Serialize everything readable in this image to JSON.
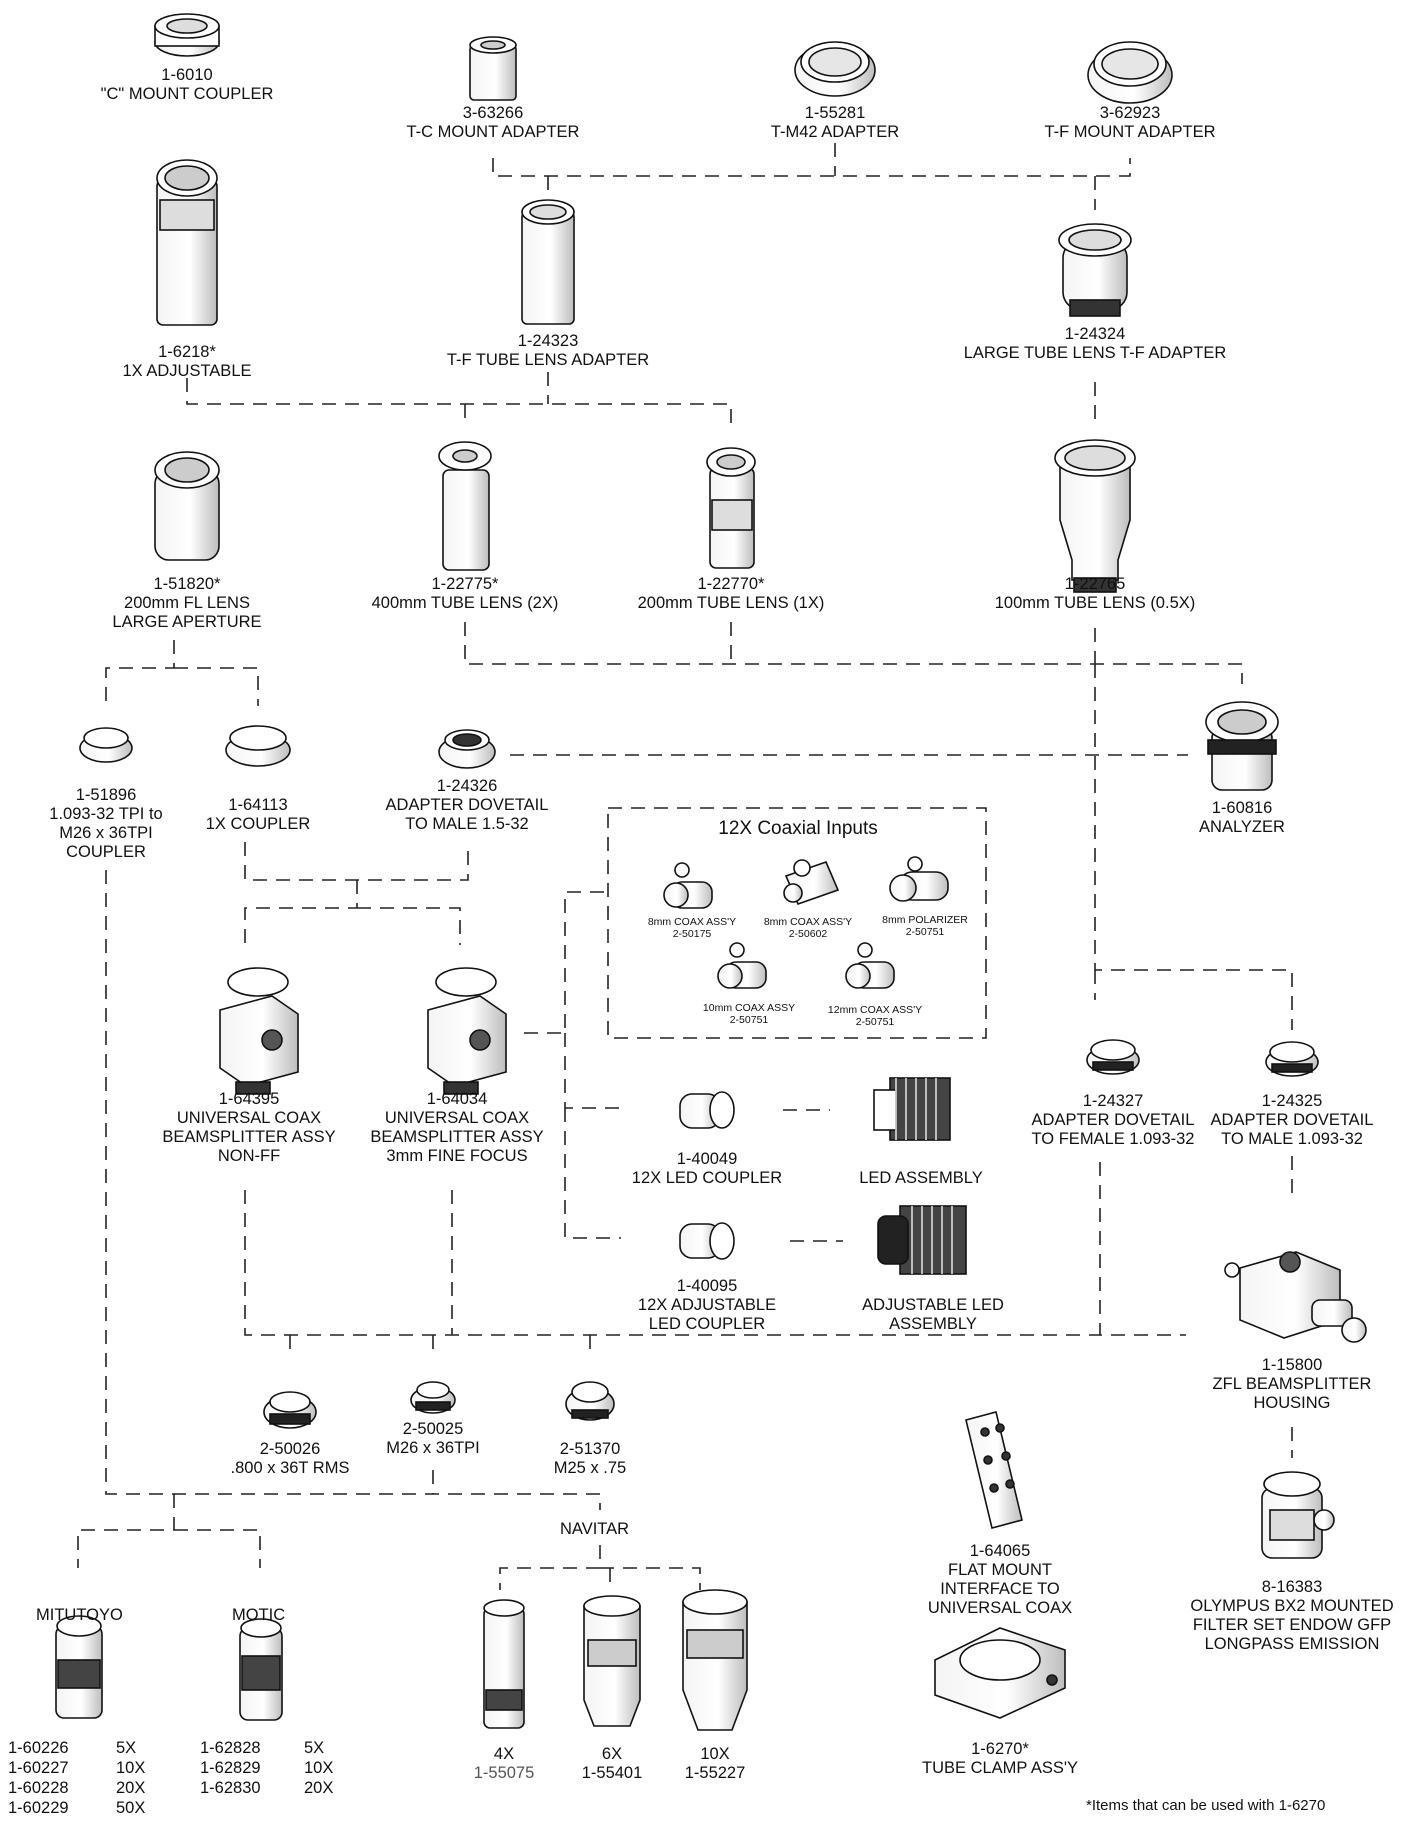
{
  "parts": {
    "c_mount_coupler": {
      "number": "1-6010",
      "lines": [
        "\"C\" MOUNT COUPLER"
      ]
    },
    "t_c_mount": {
      "number": "3-63266",
      "lines": [
        "T-C MOUNT ADAPTER"
      ]
    },
    "t_m42": {
      "number": "1-55281",
      "lines": [
        "T-M42 ADAPTER"
      ]
    },
    "t_f_mount": {
      "number": "3-62923",
      "lines": [
        "T-F MOUNT ADAPTER"
      ]
    },
    "adjustable_1x": {
      "number": "1-6218*",
      "lines": [
        "1X ADJUSTABLE"
      ]
    },
    "tf_tube_lens_adapter": {
      "number": "1-24323",
      "lines": [
        "T-F TUBE LENS ADAPTER"
      ]
    },
    "large_tube_lens_tf": {
      "number": "1-24324",
      "lines": [
        "LARGE TUBE LENS T-F ADAPTER"
      ]
    },
    "fl_lens_200": {
      "number": "1-51820*",
      "lines": [
        "200mm FL LENS",
        "LARGE APERTURE"
      ]
    },
    "tube_lens_400": {
      "number": "1-22775*",
      "lines": [
        "400mm TUBE LENS (2X)"
      ]
    },
    "tube_lens_200": {
      "number": "1-22770*",
      "lines": [
        "200mm TUBE LENS (1X)"
      ]
    },
    "tube_lens_100": {
      "number": "1-22765",
      "lines": [
        "100mm TUBE LENS (0.5X)"
      ]
    },
    "coupler_51896": {
      "number": "1-51896",
      "lines": [
        "1.093-32 TPI to",
        "M26 x 36TPI",
        "COUPLER"
      ]
    },
    "coupler_1x": {
      "number": "1-64113",
      "lines": [
        "1X COUPLER"
      ]
    },
    "dovetail_male_15": {
      "number": "1-24326",
      "lines": [
        "ADAPTER DOVETAIL",
        "TO MALE 1.5-32"
      ]
    },
    "analyzer": {
      "number": "1-60816",
      "lines": [
        "ANALYZER"
      ]
    },
    "ucb_nonff": {
      "number": "1-64395",
      "lines": [
        "UNIVERSAL COAX",
        "BEAMSPLITTER ASSY",
        "NON-FF"
      ]
    },
    "ucb_ff": {
      "number": "1-64034",
      "lines": [
        "UNIVERSAL COAX",
        "BEAMSPLITTER ASSY",
        "3mm FINE FOCUS"
      ]
    },
    "led_coupler": {
      "number": "1-40049",
      "lines": [
        "12X LED COUPLER"
      ]
    },
    "led_assembly": {
      "number": "",
      "lines": [
        "LED ASSEMBLY"
      ]
    },
    "adj_led_coupler": {
      "number": "1-40095",
      "lines": [
        "12X ADJUSTABLE",
        "LED COUPLER"
      ]
    },
    "adj_led_assembly": {
      "number": "",
      "lines": [
        "ADJUSTABLE LED",
        "ASSEMBLY"
      ]
    },
    "dovetail_female": {
      "number": "1-24327",
      "lines": [
        "ADAPTER DOVETAIL",
        "TO FEMALE 1.093-32"
      ]
    },
    "dovetail_male_1093": {
      "number": "1-24325",
      "lines": [
        "ADAPTER DOVETAIL",
        "TO MALE 1.093-32"
      ]
    },
    "zfl_housing": {
      "number": "1-15800",
      "lines": [
        "ZFL BEAMSPLITTER",
        "HOUSING"
      ]
    },
    "rms_800": {
      "number": "2-50026",
      "lines": [
        ".800 x 36T RMS"
      ]
    },
    "m26": {
      "number": "2-50025",
      "lines": [
        "M26 x 36TPI"
      ]
    },
    "m25": {
      "number": "2-51370",
      "lines": [
        "M25 x .75"
      ]
    },
    "flat_mount": {
      "number": "1-64065",
      "lines": [
        "FLAT MOUNT",
        "INTERFACE TO",
        "UNIVERSAL COAX"
      ]
    },
    "olympus_filter": {
      "number": "8-16383",
      "lines": [
        "OLYMPUS BX2 MOUNTED",
        "FILTER SET ENDOW GFP",
        "LONGPASS EMISSION"
      ]
    },
    "tube_clamp": {
      "number": "1-6270*",
      "lines": [
        "TUBE CLAMP ASS'Y"
      ]
    }
  },
  "coax_box": {
    "title": "12X Coaxial Inputs",
    "items": [
      {
        "lines": [
          "8mm COAX ASS'Y",
          "2-50175"
        ]
      },
      {
        "lines": [
          "8mm COAX ASS'Y",
          "2-50602"
        ]
      },
      {
        "lines": [
          "8mm POLARIZER",
          "2-50751"
        ]
      },
      {
        "lines": [
          "10mm COAX ASSY",
          "2-50751"
        ]
      },
      {
        "lines": [
          "12mm COAX ASS'Y",
          "2-50751"
        ]
      }
    ]
  },
  "brands": {
    "mitutoyo": "MITUTOYO",
    "motic": "MOTIC",
    "navitar": "NAVITAR"
  },
  "mitutoyo_table": [
    {
      "part": "1-60226",
      "mag": "5X"
    },
    {
      "part": "1-60227",
      "mag": "10X"
    },
    {
      "part": "1-60228",
      "mag": "20X"
    },
    {
      "part": "1-60229",
      "mag": "50X"
    }
  ],
  "motic_table": [
    {
      "part": "1-62828",
      "mag": "5X"
    },
    {
      "part": "1-62829",
      "mag": "10X"
    },
    {
      "part": "1-62830",
      "mag": "20X"
    }
  ],
  "navitar_objectives": [
    {
      "mag": "4X",
      "part": "1-55075"
    },
    {
      "mag": "6X",
      "part": "1-55401"
    },
    {
      "mag": "10X",
      "part": "1-55227"
    }
  ],
  "footnote": "*Items that can be used with 1-6270"
}
